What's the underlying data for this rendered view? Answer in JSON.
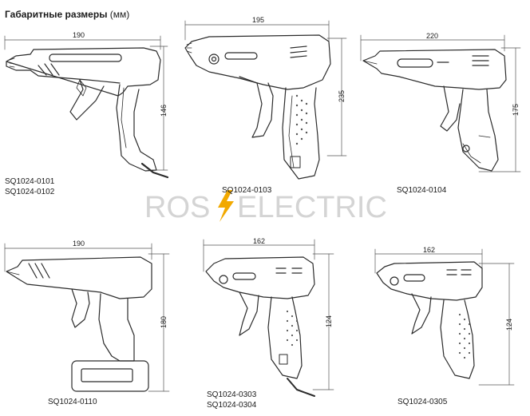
{
  "header": {
    "title": "Габаритные размеры",
    "unit": "(мм)"
  },
  "watermark": {
    "brand_left": "ROS",
    "brand_right": "ELECTRIC",
    "accent": "#f2a900"
  },
  "models": [
    {
      "codes": [
        "SQ1024-0101",
        "SQ1024-0102"
      ],
      "width": "190",
      "height": "146"
    },
    {
      "codes": [
        "SQ1024-0103"
      ],
      "width": "195",
      "height": "235"
    },
    {
      "codes": [
        "SQ1024-0104"
      ],
      "width": "220",
      "height": "175"
    },
    {
      "codes": [
        "SQ1024-0110"
      ],
      "width": "190",
      "height": "180"
    },
    {
      "codes": [
        "SQ1024-0303",
        "SQ1024-0304"
      ],
      "width": "162",
      "height": "124"
    },
    {
      "codes": [
        "SQ1024-0305"
      ],
      "width": "162",
      "height": "124"
    }
  ],
  "colors": {
    "line": "#2b2b2b",
    "dim_line": "#555555",
    "grip": "#9a9a9a",
    "watermark": "#cfcfcf"
  }
}
